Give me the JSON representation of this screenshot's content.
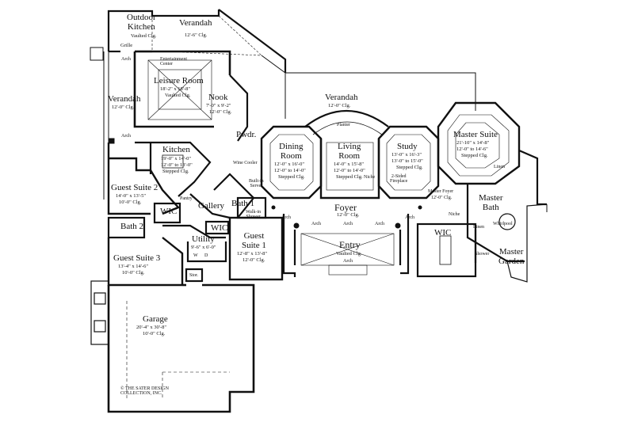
{
  "rooms": {
    "outdoor_kitchen": {
      "name": "Outdoor\nKitchen",
      "note": "Vaulted Clg.",
      "extra": "Grille"
    },
    "verandah_top": {
      "name": "Verandah",
      "ceiling": "12'-6\" Clg."
    },
    "leisure_room": {
      "name": "Leisure Room",
      "size": "18'-2\" x 18'-8\"",
      "ceiling": "Vaulted Clg."
    },
    "entertainment": {
      "label": "Entertainment\nCenter"
    },
    "nook": {
      "name": "Nook",
      "size": "7'-0\" x 9'-2\"",
      "ceiling": "12'-0\" Clg."
    },
    "verandah_left": {
      "name": "Verandah",
      "ceiling": "12'-0\" Clg."
    },
    "verandah_main": {
      "name": "Verandah",
      "ceiling": "12'-0\" Clg."
    },
    "planter": {
      "label": "Planter"
    },
    "kitchen": {
      "name": "Kitchen",
      "size": "19'-0\" x 14'-0\"",
      "ceiling": "12'-0\" to 13'-0\"",
      "extra": "Stepped Clg."
    },
    "pwdr": {
      "name": "Pwdr."
    },
    "wine_cooler": {
      "label": "Wine Cooler"
    },
    "built_in_server": {
      "label": "Built-in\nServer"
    },
    "dining_room": {
      "name": "Dining\nRoom",
      "size": "12'-0\" x 16'-0\"",
      "ceiling": "12'-0\" to 14'-0\"",
      "extra": "Stepped Clg."
    },
    "living_room": {
      "name": "Living\nRoom",
      "size": "14'-0\" x 15'-8\"",
      "ceiling": "12'-0\" to 14'-0\"",
      "extra": "Stepped Clg."
    },
    "study": {
      "name": "Study",
      "size": "13'-0\" x 16'-3\"",
      "ceiling": "13'-0\" to 15'-0\"",
      "extra": "Stepped Clg."
    },
    "fireplace": {
      "label": "2-Sided\nFireplace"
    },
    "niche_living": {
      "label": "Niche"
    },
    "master_suite": {
      "name": "Master Suite",
      "size": "21'-10\" x 14'-8\"",
      "ceiling": "12'-0\" to 14'-6\"",
      "extra": "Stepped Clg."
    },
    "guest_suite_2": {
      "name": "Guest Suite 2",
      "size": "14'-0\" x 13'-5\"",
      "ceiling": "10'-0\" Clg."
    },
    "pantry": {
      "label": "Pantry"
    },
    "wic_1": {
      "name": "WIC"
    },
    "gallery": {
      "name": "Gallery"
    },
    "bath_1": {
      "name": "Bath 1"
    },
    "walk_in_shower": {
      "label": "Walk-in\nShower"
    },
    "bath_2": {
      "name": "Bath 2"
    },
    "utility": {
      "name": "Utility",
      "size": "9'-6\" x 6'-0\""
    },
    "wic_2": {
      "name": "WIC"
    },
    "guest_suite_1": {
      "name": "Guest\nSuite 1",
      "size": "12'-8\" x 13'-8\"",
      "ceiling": "12'-0\" Clg."
    },
    "foyer": {
      "name": "Foyer",
      "ceiling": "12'-0\" Clg."
    },
    "entry": {
      "name": "Entry",
      "ceiling": "Vaulted Clg."
    },
    "master_foyer": {
      "name": "Master Foyer",
      "ceiling": "12'-0\" Clg."
    },
    "niche_master": {
      "label": "Niche"
    },
    "master_bath": {
      "name": "Master\nBath"
    },
    "linen_top": {
      "label": "Linen"
    },
    "linen_bottom": {
      "label": "Linen"
    },
    "whirlpool": {
      "label": "Whirlpool"
    },
    "shower": {
      "label": "Shower"
    },
    "wic_master": {
      "name": "WIC"
    },
    "master_garden": {
      "name": "Master\nGarden"
    },
    "guest_suite_3": {
      "name": "Guest Suite 3",
      "size": "13'-4\" x 14'-6\"",
      "ceiling": "10'-0\" Clg."
    },
    "stor": {
      "label": "Stor."
    },
    "garage": {
      "name": "Garage",
      "size": "20'-4\" x 30'-8\"",
      "ceiling": "10'-0\" Clg."
    }
  },
  "labels": {
    "arch": "Arch",
    "w": "W",
    "d": "D"
  },
  "copyright": "© THE SATER DESIGN\nCOLLECTION, INC."
}
